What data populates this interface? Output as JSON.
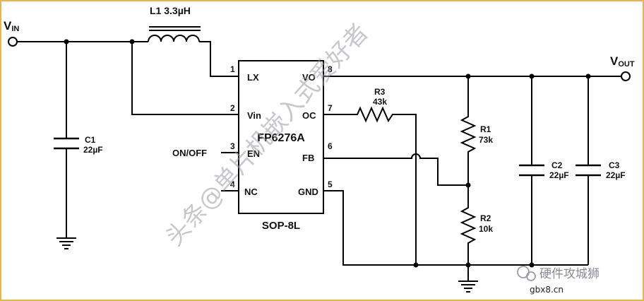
{
  "labels": {
    "vin_main": "V",
    "vin_sub": "IN",
    "vout_main": "V",
    "vout_sub": "OUT",
    "inductor": "L1  3.3µH",
    "on_off": "ON/OFF"
  },
  "ic": {
    "name": "FP6276A",
    "package": "SOP-8L",
    "pins_left": [
      {
        "num": "1",
        "name": "LX"
      },
      {
        "num": "2",
        "name": "Vin"
      },
      {
        "num": "3",
        "name": "EN"
      },
      {
        "num": "4",
        "name": "NC"
      }
    ],
    "pins_right": [
      {
        "num": "8",
        "name": "VO"
      },
      {
        "num": "7",
        "name": "OC"
      },
      {
        "num": "6",
        "name": "FB"
      },
      {
        "num": "5",
        "name": "GND"
      }
    ]
  },
  "components": {
    "c1": {
      "ref": "C1",
      "value": "22µF"
    },
    "r3": {
      "ref": "R3",
      "value": "43k"
    },
    "r1": {
      "ref": "R1",
      "value": "73k"
    },
    "r2": {
      "ref": "R2",
      "value": "10k"
    },
    "c2": {
      "ref": "C2",
      "value": "22µF"
    },
    "c3": {
      "ref": "C3",
      "value": "22µF"
    }
  },
  "watermarks": {
    "vertical": "头条@单片机嵌入式爱好者",
    "brand": "硬件攻城狮",
    "site": "gbx8.cn"
  },
  "colors": {
    "frame_border": "#e6b84c",
    "watermark": "#9a9aa6"
  }
}
